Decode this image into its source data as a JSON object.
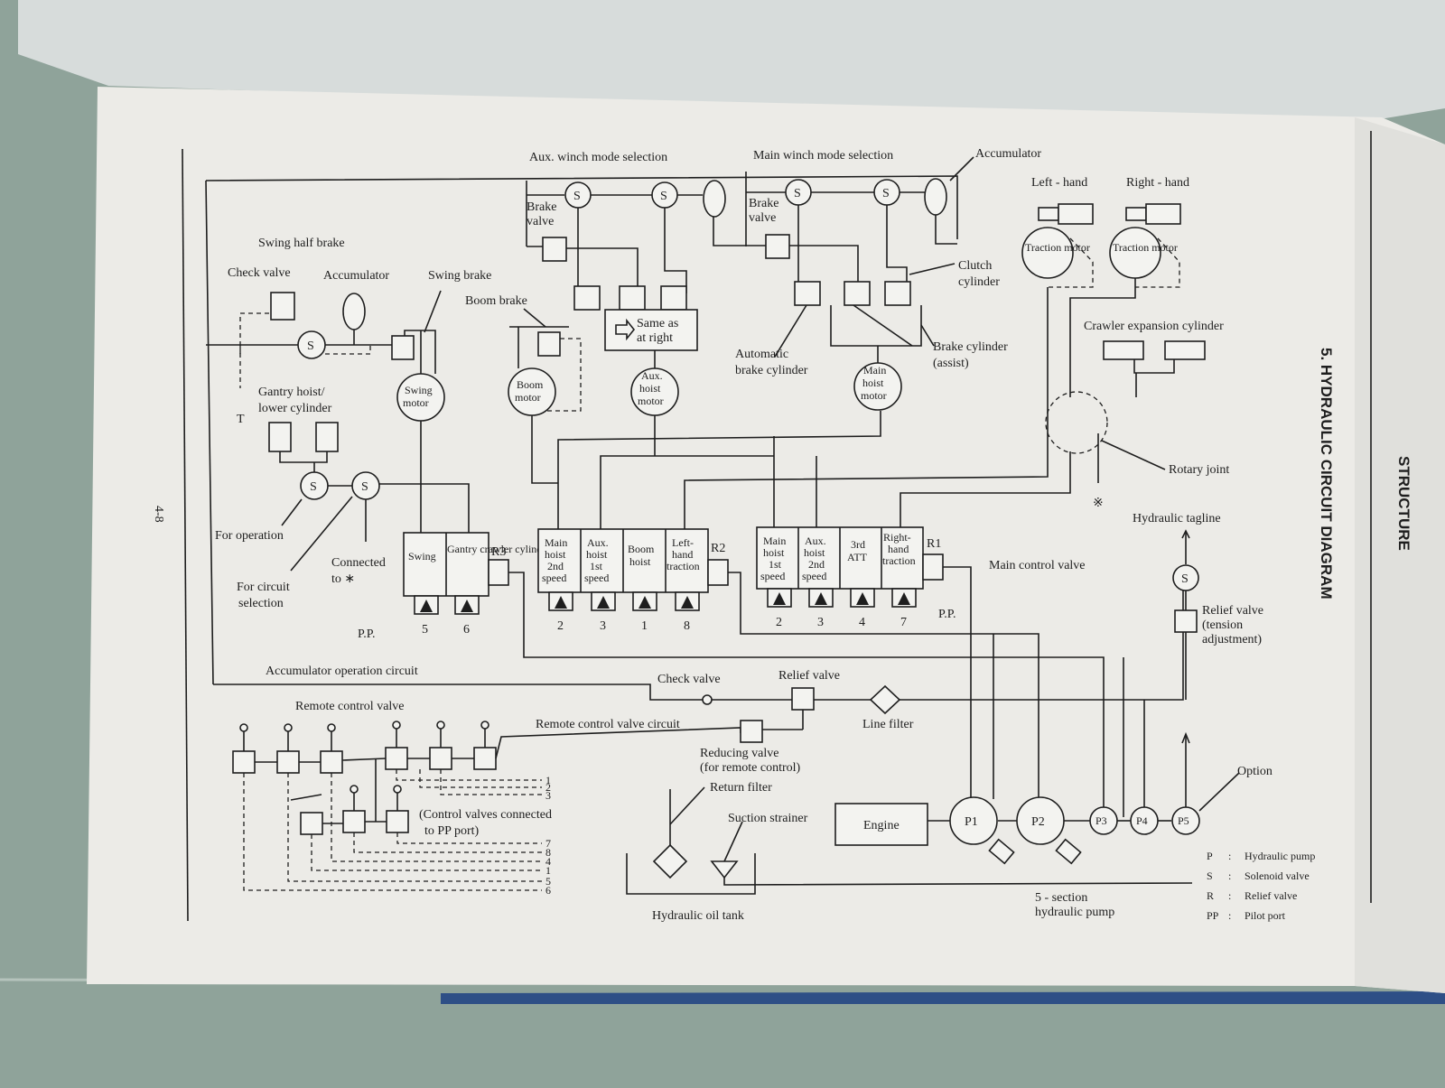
{
  "page_number": "4-8",
  "section_header": "STRUCTURE",
  "section_title": "5. HYDRAULIC CIRCUIT DIAGRAM",
  "labels": {
    "aux_winch": "Aux. winch mode selection",
    "main_winch": "Main winch mode selection",
    "accumulator_top": "Accumulator",
    "left_hand": "Left - hand",
    "right_hand": "Right - hand",
    "brake_valve": "Brake valve",
    "swing_half_brake": "Swing half brake",
    "check_valve": "Check valve",
    "accumulator": "Accumulator",
    "swing_brake": "Swing brake",
    "boom_brake": "Boom brake",
    "same_as_at_right": "Same as at right",
    "traction_motor": "Traction motor",
    "clutch_cylinder": "Clutch cylinder",
    "crawler_expansion": "Crawler expansion cylinder",
    "automatic_brake": "Automatic brake cylinder",
    "brake_cylinder_assist": "Brake cylinder (assist)",
    "gantry_hoist": "Gantry hoist/ lower cylinder",
    "swing_motor": "Swing motor",
    "boom_motor": "Boom motor",
    "aux_hoist_motor": "Aux. hoist motor",
    "main_hoist_motor": "Main hoist motor",
    "rotary_joint": "Rotary joint",
    "asterisk": "※",
    "for_operation": "For operation",
    "connected_to": "Connected to ∗",
    "for_circuit_selection": "For circuit selection",
    "hydraulic_tagline": "Hydraulic tagline",
    "main_control_valve": "Main control valve",
    "relief_tension": "Relief valve (tension adjustment)",
    "pp": "P.P.",
    "accumulator_circuit": "Accumulator operation circuit",
    "check_valve_2": "Check valve",
    "relief_valve": "Relief valve",
    "line_filter": "Line filter",
    "remote_control_valve": "Remote control valve",
    "remote_control_circuit": "Remote control valve circuit",
    "reducing_valve": "Reducing valve (for remote control)",
    "return_filter": "Return filter",
    "suction_strainer": "Suction strainer",
    "engine": "Engine",
    "option": "Option",
    "control_valves_pp": "(Control valves connected to PP port)",
    "hydraulic_oil_tank": "Hydraulic oil tank",
    "five_section_pump": "5 - section hydraulic pump",
    "swing_half_brake_s": "S",
    "r1": "R1",
    "r2": "R2",
    "r3": "R3"
  },
  "valve_group_left": {
    "sections": [
      "Swing",
      "Gantry crawler cylinder"
    ],
    "port_numbers": [
      "5",
      "6"
    ]
  },
  "valve_group_mid": {
    "sections": [
      "Main hoist 2nd speed",
      "Aux. hoist 1st speed",
      "Boom hoist",
      "Left-hand traction"
    ],
    "port_numbers": [
      "2",
      "3",
      "1",
      "8"
    ]
  },
  "valve_group_right": {
    "sections": [
      "Main hoist 1st speed",
      "Aux. hoist 2nd speed",
      "3rd ATT",
      "Right-hand traction"
    ],
    "port_numbers": [
      "2",
      "3",
      "4",
      "7"
    ]
  },
  "pumps": [
    "P1",
    "P2",
    "P3",
    "P4",
    "P5"
  ],
  "remote_outputs_top": [
    "1",
    "2",
    "3"
  ],
  "remote_outputs_bottom": [
    "7",
    "8",
    "4",
    "1",
    "5",
    "6"
  ],
  "legend": [
    {
      "key": "P",
      "desc": "Hydraulic pump"
    },
    {
      "key": "S",
      "desc": "Solenoid valve"
    },
    {
      "key": "R",
      "desc": "Relief valve"
    },
    {
      "key": "PP",
      "desc": "Pilot port"
    }
  ]
}
